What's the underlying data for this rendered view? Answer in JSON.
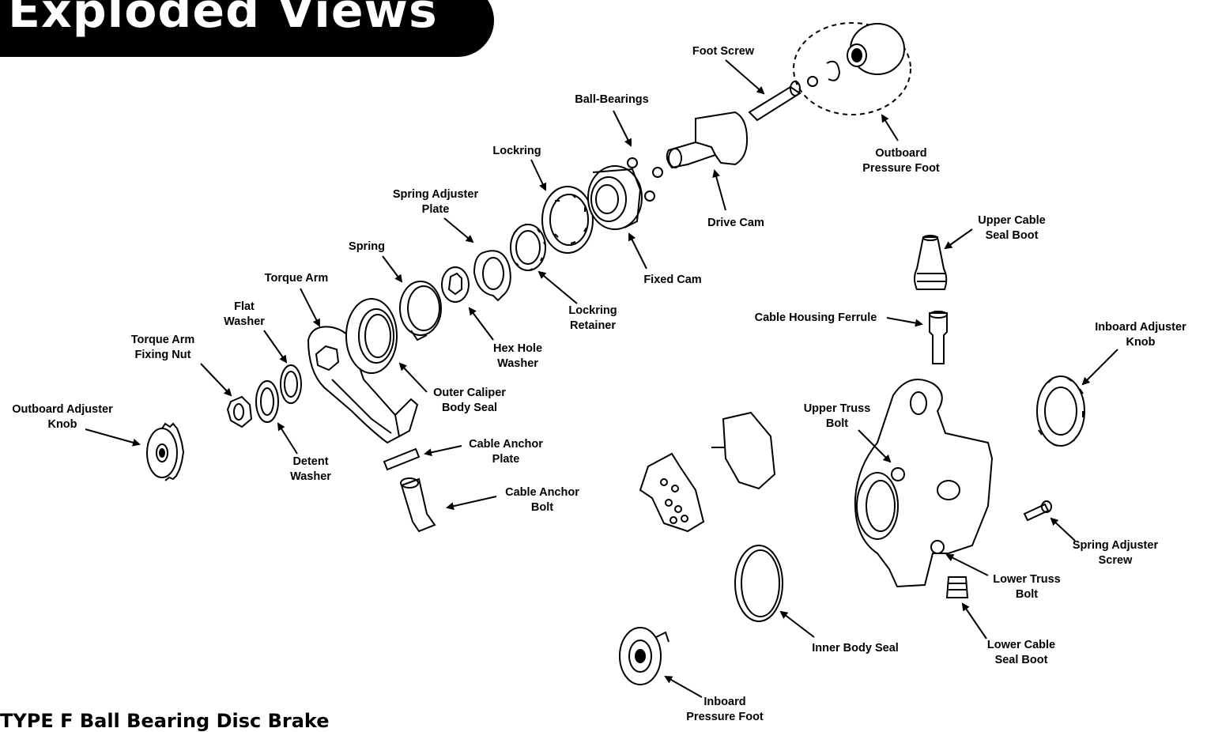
{
  "header": {
    "title": "Exploded Views"
  },
  "footer": {
    "subtitle": "TYPE F Ball Bearing Disc Brake"
  },
  "parts": {
    "outboard_adjuster_knob": "Outboard Adjuster\nKnob",
    "torque_arm_fixing_nut": "Torque Arm\nFixing Nut",
    "flat_washer": "Flat\nWasher",
    "detent_washer": "Detent\nWasher",
    "torque_arm": "Torque Arm",
    "spring": "Spring",
    "outer_caliper_body_seal": "Outer Caliper\nBody Seal",
    "spring_adjuster_plate": "Spring Adjuster\nPlate",
    "hex_hole_washer": "Hex Hole\nWasher",
    "lockring": "Lockring",
    "lockring_retainer": "Lockring\nRetainer",
    "ball_bearings": "Ball-Bearings",
    "fixed_cam": "Fixed Cam",
    "drive_cam": "Drive Cam",
    "foot_screw": "Foot Screw",
    "outboard_pressure_foot": "Outboard\nPressure Foot",
    "upper_cable_seal_boot": "Upper Cable\nSeal Boot",
    "cable_housing_ferrule": "Cable Housing Ferrule",
    "inboard_adjuster_knob": "Inboard Adjuster\nKnob",
    "upper_truss_bolt": "Upper Truss\nBolt",
    "cable_anchor_plate": "Cable Anchor\nPlate",
    "cable_anchor_bolt": "Cable Anchor\nBolt",
    "spring_adjuster_screw": "Spring Adjuster\nScrew",
    "lower_truss_bolt": "Lower Truss\nBolt",
    "lower_cable_seal_boot": "Lower Cable\nSeal Boot",
    "inner_body_seal": "Inner Body Seal",
    "inboard_pressure_foot": "Inboard\nPressure Foot"
  }
}
